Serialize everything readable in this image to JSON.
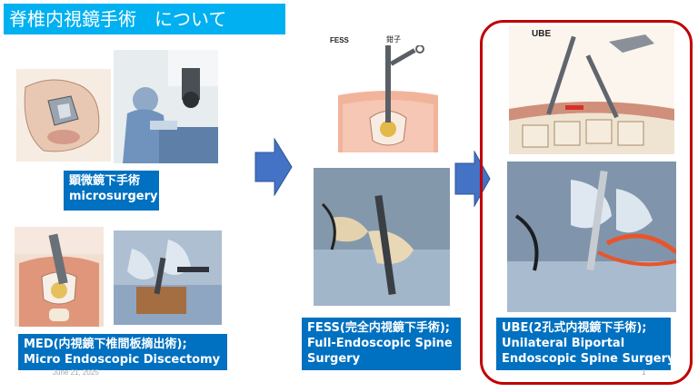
{
  "slide": {
    "title": "脊椎内視鏡手術　について",
    "date": "June 21, 2025",
    "page_number": "1"
  },
  "left": {
    "microsurgery_label_line1": "顕微鏡下手術",
    "microsurgery_label_line2": "microsurgery",
    "med_label_line1": "MED(内視鏡下椎間板摘出術);",
    "med_label_line2": "Micro Endoscopic Discectomy"
  },
  "middle": {
    "diagram_title": "FESS",
    "diagram_annotation": "鉗子",
    "fess_label_line1": "FESS(完全内視鏡下手術);",
    "fess_label_line2": "Full-Endoscopic Spine",
    "fess_label_line3": "Surgery"
  },
  "right": {
    "diagram_title": "UBE",
    "ube_label_line1": "UBE(2孔式内視鏡下手術);",
    "ube_label_line2": "Unilateral Biportal",
    "ube_label_line3": "Endoscopic Spine Surgery"
  },
  "colors": {
    "title_bg": "#00b0f0",
    "label_bg": "#0070c0",
    "arrow": "#4472c4",
    "highlight_frame": "#c00000"
  }
}
